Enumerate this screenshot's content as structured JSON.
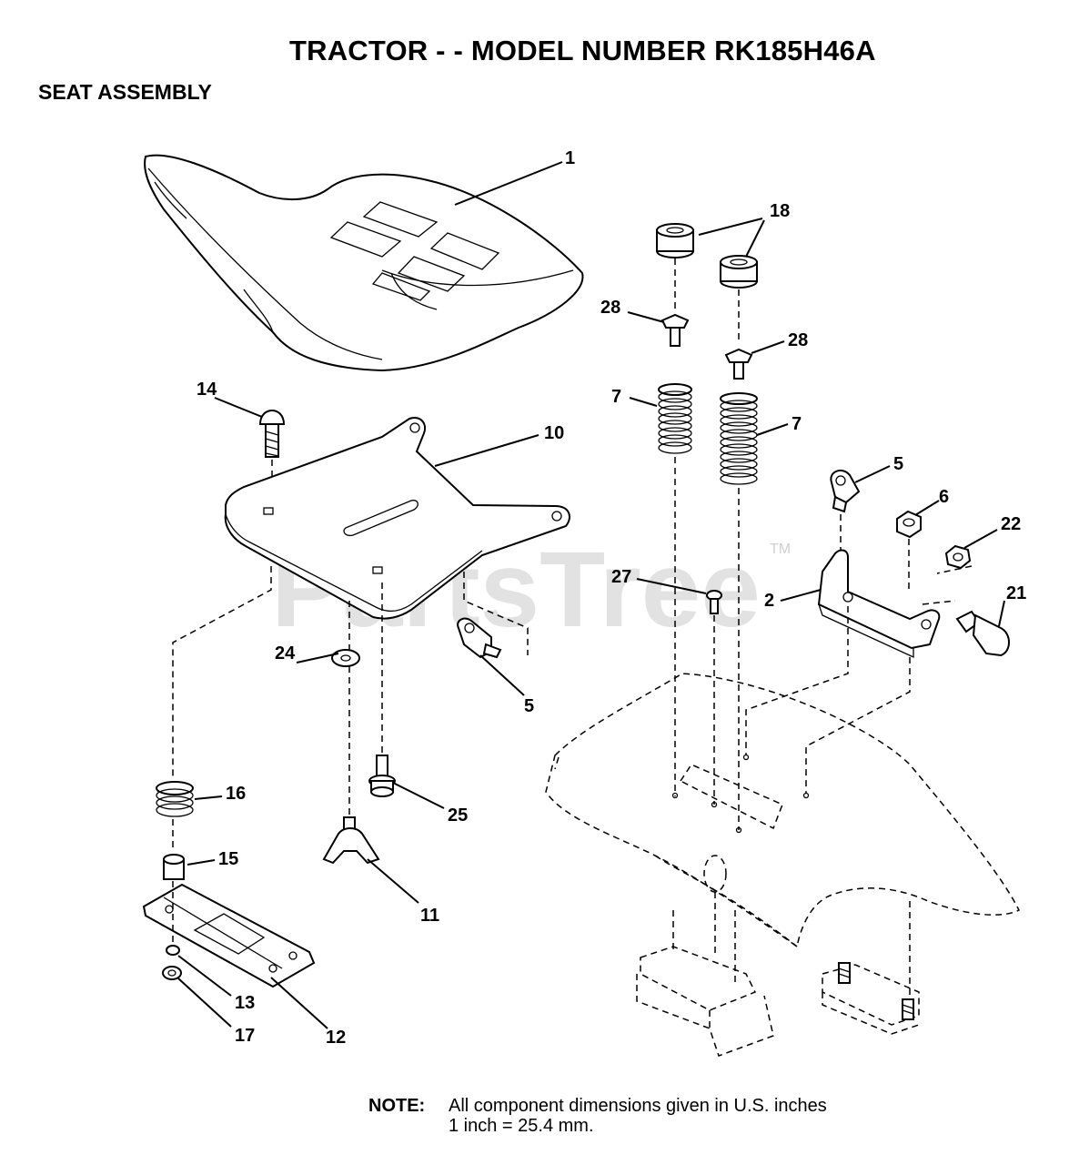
{
  "header": {
    "title": "TRACTOR - - MODEL NUMBER RK185H46A",
    "section": "SEAT ASSEMBLY"
  },
  "watermark": {
    "brand": "PartsTree",
    "trademark": "TM"
  },
  "callouts": {
    "c1": "1",
    "c18": "18",
    "c28a": "28",
    "c28b": "28",
    "c14": "14",
    "c10": "10",
    "c7a": "7",
    "c7b": "7",
    "c5a": "5",
    "c6": "6",
    "c22": "22",
    "c27": "27",
    "c2": "2",
    "c21": "21",
    "c24": "24",
    "c5b": "5",
    "c25": "25",
    "c16": "16",
    "c15": "15",
    "c11": "11",
    "c13": "13",
    "c17": "17",
    "c12": "12"
  },
  "note": {
    "label": "NOTE:",
    "line1": "All component dimensions given in U.S. inches",
    "line2": "1 inch = 25.4 mm."
  }
}
